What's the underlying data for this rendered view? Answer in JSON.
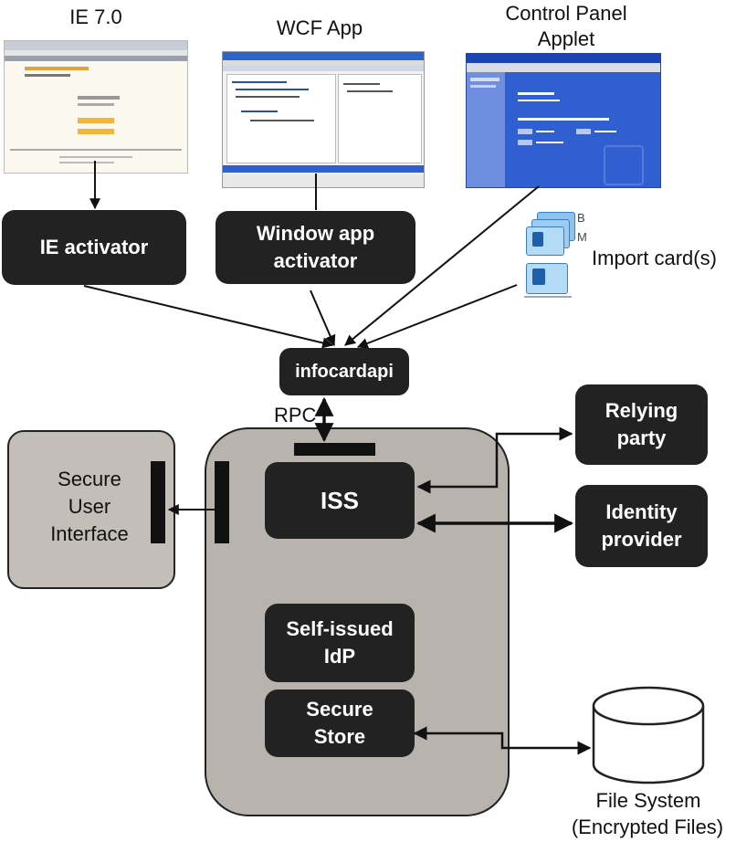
{
  "top_apps": {
    "ie": {
      "title": "IE 7.0"
    },
    "wcf": {
      "title": "WCF App"
    },
    "cpl": {
      "title_line1": "Control Panel",
      "title_line2": "Applet"
    }
  },
  "activators": {
    "ie": "IE activator",
    "window_line1": "Window app",
    "window_line2": "activator",
    "import": "Import card(s)"
  },
  "api": {
    "label": "infocardapi",
    "rpc": "RPC"
  },
  "secure_ui": {
    "line1": "Secure",
    "line2": "User",
    "line3": "Interface"
  },
  "core": {
    "iss": "ISS",
    "selfissued_line1": "Self-issued",
    "selfissued_line2": "IdP",
    "store_line1": "Secure",
    "store_line2": "Store"
  },
  "external": {
    "relying_line1": "Relying",
    "relying_line2": "party",
    "idp_line1": "Identity",
    "idp_line2": "provider"
  },
  "storage": {
    "line1": "File System",
    "line2": "(Encrypted Files)"
  },
  "colors": {
    "box_dark": "#222222",
    "container_fill": "#b9b3ad",
    "secureui_fill": "#c4beb9",
    "xp_blue": "#2f5fd0"
  }
}
